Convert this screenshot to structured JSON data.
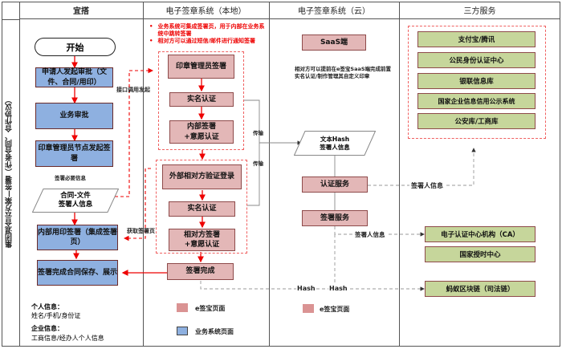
{
  "side_title": "集团混合云方案—签署（作者合同、合作协议）",
  "columns": [
    "宜搭",
    "电子签章系统（本地）",
    "电子签章系统（云）",
    "三方服务"
  ],
  "notes": {
    "local": [
      "业务系统可集成签署页，用于内部在业务系统中跳转签署",
      "相对方可以通过短信/邮件进行通知签署"
    ],
    "cloud": "相对方可以提前在e签宝SaaS端完成前置实名认证/制作管理其自定义印章"
  },
  "yida": {
    "start": "开始",
    "apply": "申请人发起审批（文件、合同/用印）",
    "approve": "业务审批",
    "seal_admin_node": "印章管理员节点发起签署",
    "required_info_label": "签署必要信息",
    "doc_data": "合同-文件\n签署人信息",
    "internal_sign": "内部用印签署（集成签署页）",
    "complete_save": "签署完成合同保存、展示"
  },
  "local": {
    "seal_admin_sign": "印章管理员签署",
    "realname1": "实名认证",
    "internal_sign_will": "内部签署\n+意愿认证",
    "external_login": "外部相对方验证登录",
    "realname2": "实名认证",
    "counter_sign_will": "相对方签署\n+意愿认证",
    "sign_complete": "签署完成"
  },
  "cloud": {
    "saas": "SaaS端",
    "hash_data": "文本Hash\n签署人信息",
    "auth_service": "认证服务",
    "sign_service": "签署服务"
  },
  "third": {
    "group": [
      "支付宝/腾讯",
      "公民身份认证中心",
      "银联信息库",
      "国家企业信息信用公示系统",
      "公安库/工商库"
    ],
    "ca": "电子认证中心机构（CA）",
    "time": "国家授时中心",
    "chain": "蚂蚁区块链（司法链）"
  },
  "edge_labels": {
    "api_call": "接口调用发起",
    "get_page": "获取签署页",
    "transfer1": "传输",
    "transfer2": "传输",
    "signer_info1": "签署人信息",
    "signer_info2": "签署人信息",
    "hash1": "Hash",
    "hash2": "Hash"
  },
  "info": {
    "personal_title": "个人信息：",
    "personal_detail": "姓名/手机/身份证",
    "enterprise_title": "企业信息：",
    "enterprise_detail": "工商信息/经办人个人信息"
  },
  "legend": {
    "esign_page": "e签宝页面",
    "biz_page": "业务系统页面",
    "esign_color": "#da9393",
    "biz_color": "#8eb0e0"
  }
}
